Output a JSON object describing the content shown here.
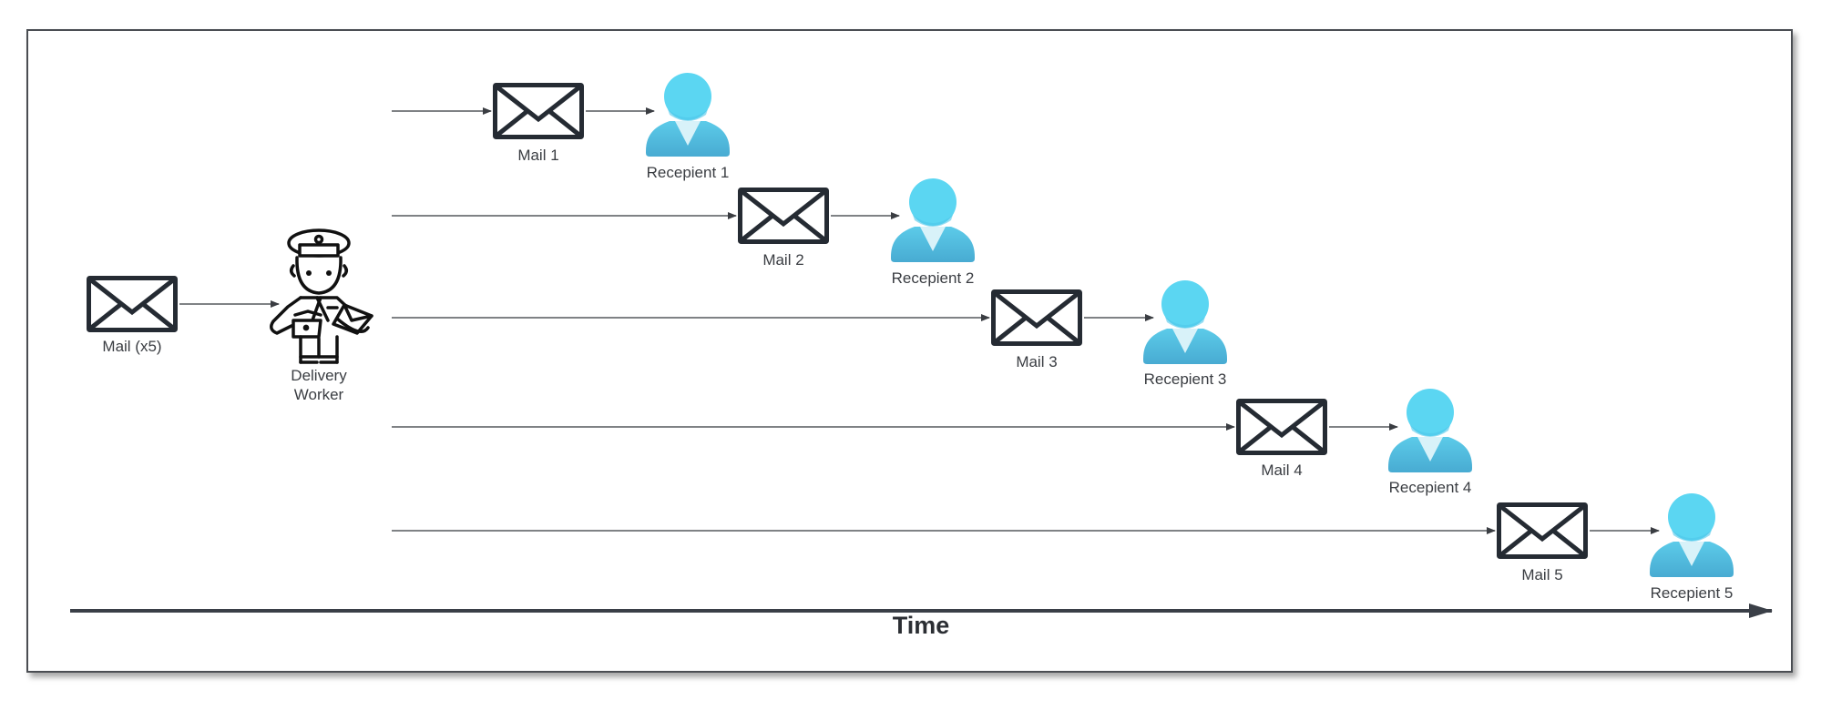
{
  "diagram": {
    "source": {
      "label": "Mail (x5)",
      "icon": "envelope-icon"
    },
    "worker": {
      "label_line1": "Delivery",
      "label_line2": "Worker",
      "icon": "mail-carrier-icon"
    },
    "deliveries": [
      {
        "mail_label": "Mail 1",
        "recipient_label": "Recepient 1"
      },
      {
        "mail_label": "Mail 2",
        "recipient_label": "Recepient 2"
      },
      {
        "mail_label": "Mail 3",
        "recipient_label": "Recepient 3"
      },
      {
        "mail_label": "Mail 4",
        "recipient_label": "Recepient 4"
      },
      {
        "mail_label": "Mail 5",
        "recipient_label": "Recepient 5"
      }
    ],
    "axis": {
      "label": "Time"
    },
    "colors": {
      "envelope_stroke": "#252b33",
      "line": "#55585d",
      "recipient_head": "#5bd6f2",
      "recipient_body_top": "#5ccbe9",
      "recipient_body_bottom": "#48abd2",
      "recipient_collar": "#d8f2f9",
      "frame": "#4a4d52"
    }
  }
}
